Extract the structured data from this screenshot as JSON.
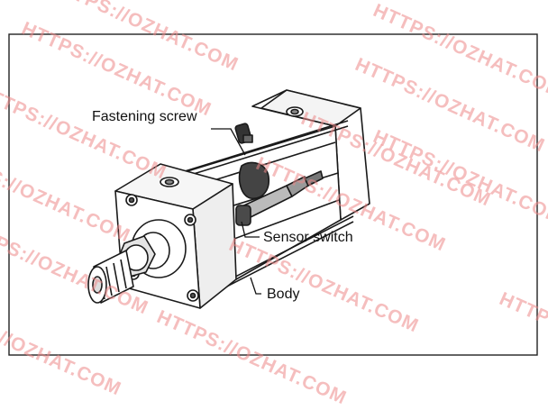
{
  "labels": {
    "fastening_screw": "Fastening screw",
    "sensor_switch": "Sensor switch",
    "body": "Body"
  },
  "watermark": "HTTPS://OZHAT.COM",
  "colors": {
    "line": "#1a1a1a",
    "frame": "#222222",
    "watermark": "#ee8a8a"
  }
}
